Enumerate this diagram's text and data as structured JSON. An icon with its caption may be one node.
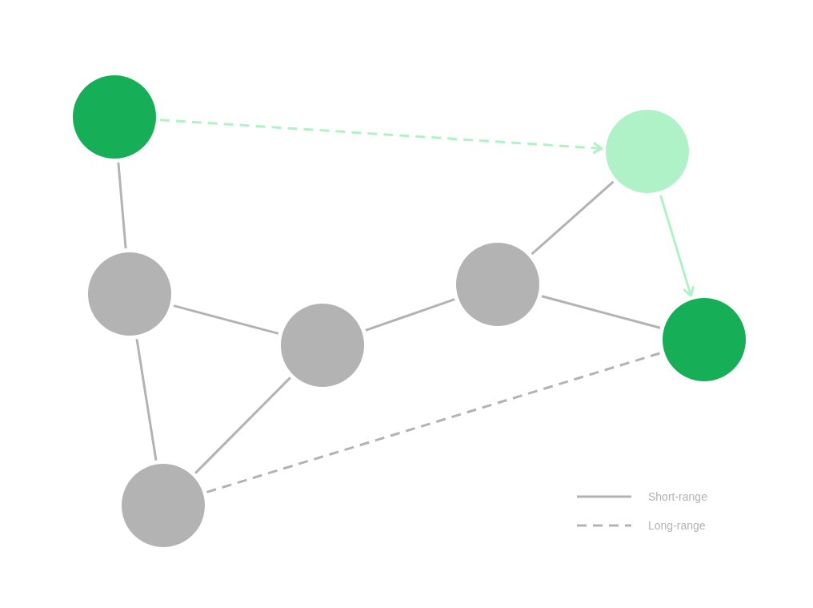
{
  "diagram": {
    "nodes": [
      {
        "text": [],
        "shape": "circle"
      },
      {
        "text": [],
        "shape": "circle"
      },
      {
        "text": [],
        "shape": "circle"
      },
      {
        "text": [],
        "shape": "circle"
      },
      {
        "text": [],
        "shape": "circle"
      },
      {
        "text": [],
        "shape": "circle"
      },
      {
        "text": [],
        "shape": "circle"
      }
    ],
    "edges": [
      {
        "from": 0,
        "to": 5,
        "arrow": "to",
        "style": "dashed",
        "color": "#b0f2c8"
      },
      {
        "from": 5,
        "to": 6,
        "arrow": "to",
        "color": "#b0f2c8"
      },
      {
        "from": 0,
        "to": 1,
        "arrow": "none"
      },
      {
        "from": 1,
        "to": 3,
        "arrow": "none"
      },
      {
        "from": 1,
        "to": 2,
        "arrow": "none"
      },
      {
        "from": 2,
        "to": 3,
        "arrow": "none"
      },
      {
        "from": 3,
        "to": 4,
        "arrow": "none"
      },
      {
        "from": 4,
        "to": 5,
        "arrow": "none"
      },
      {
        "from": 4,
        "to": 6,
        "arrow": "none"
      },
      {
        "from": 2,
        "to": 6,
        "arrow": "none",
        "style": "dashed"
      }
    ],
    "legend": [
      {
        "text": "Short-range"
      },
      {
        "text": "Long-range"
      }
    ]
  }
}
